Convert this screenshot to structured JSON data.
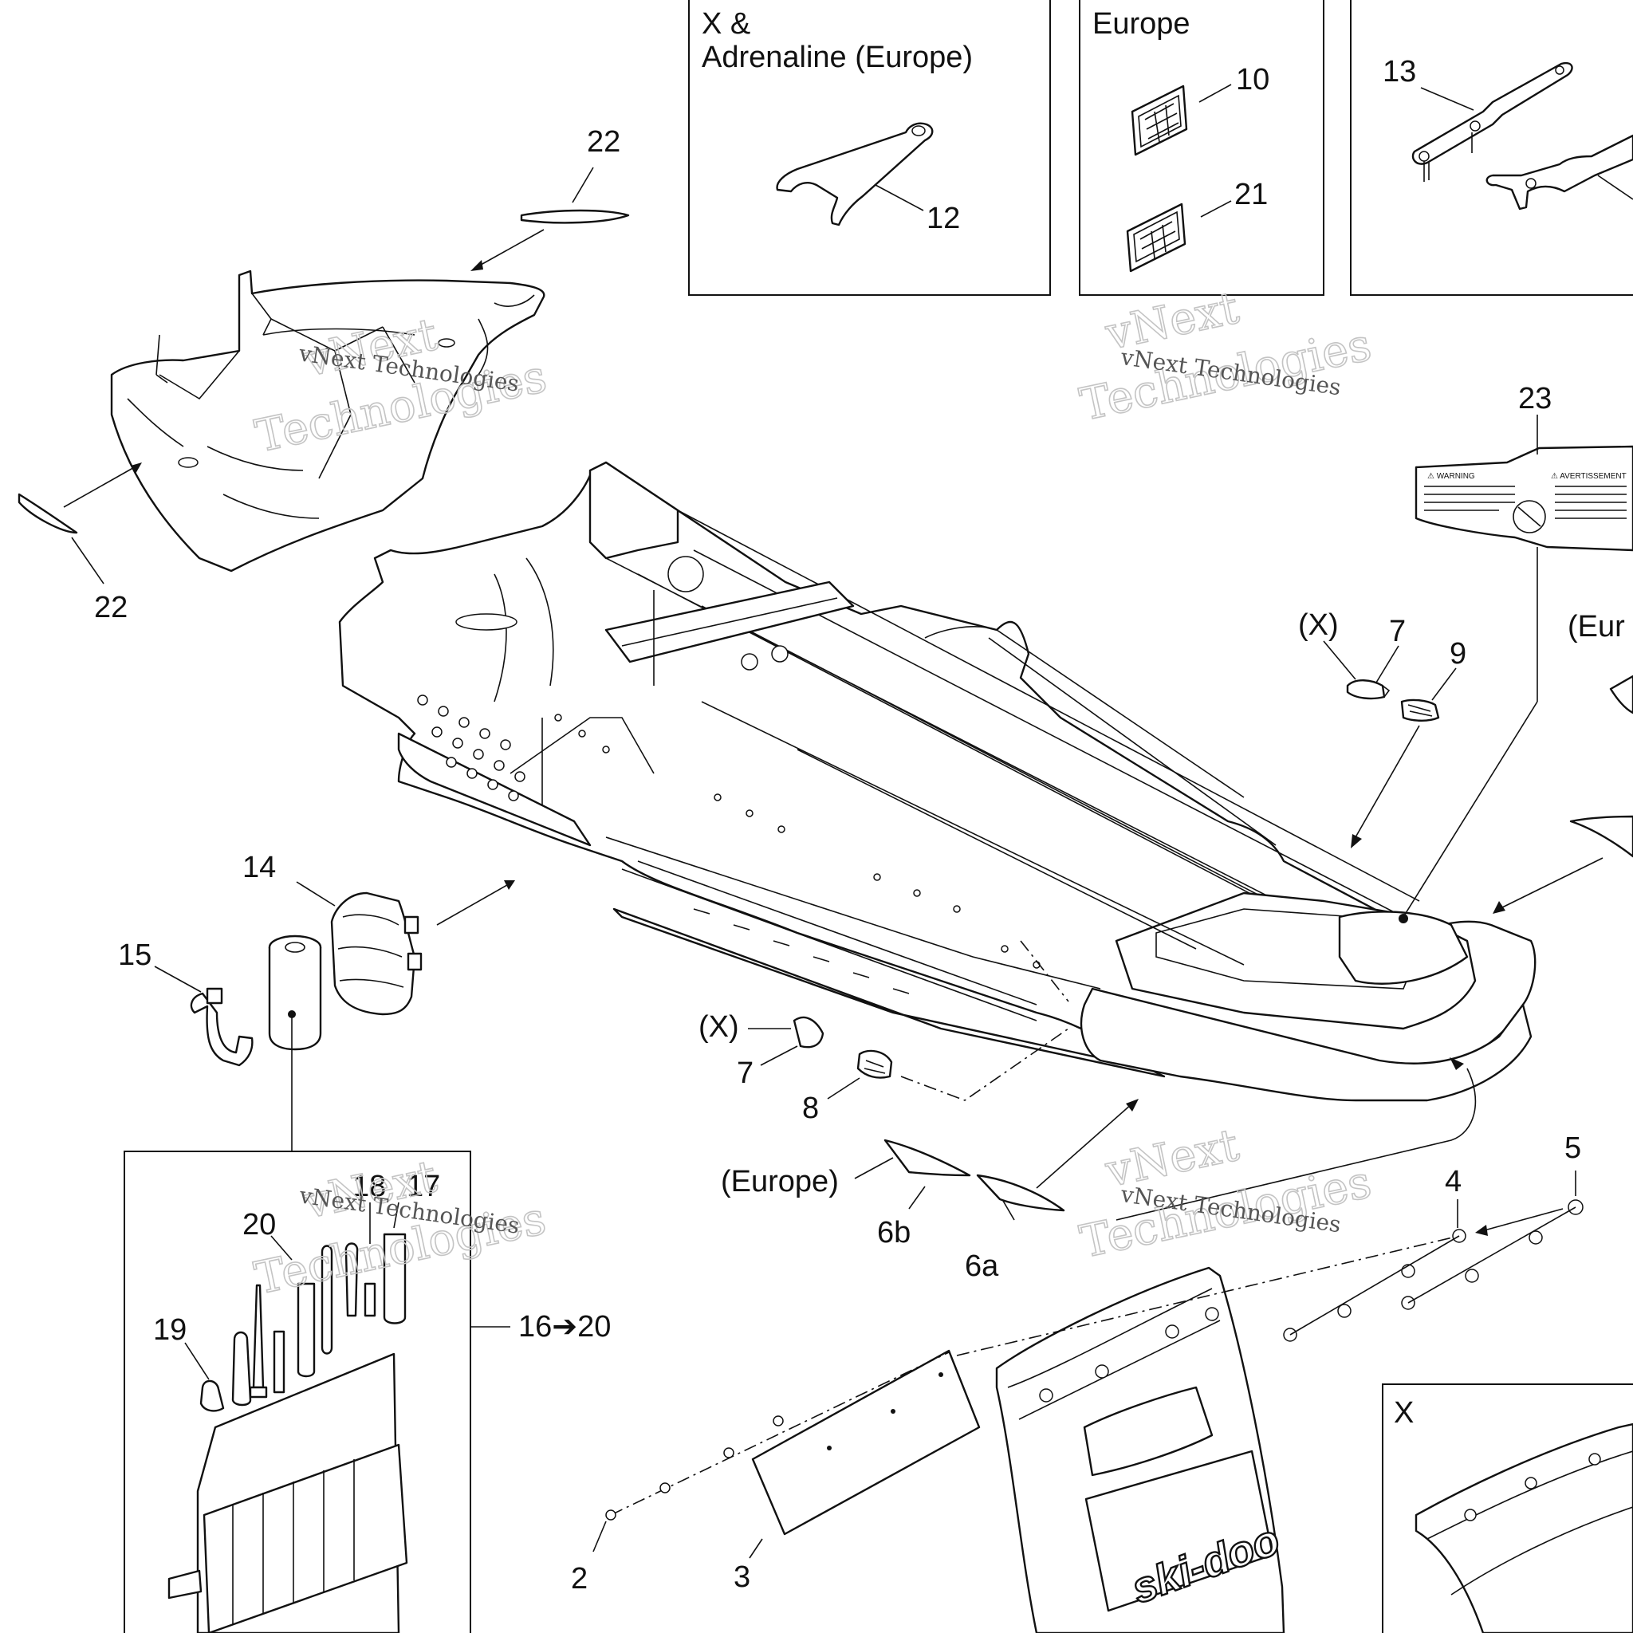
{
  "boxes": {
    "x_adrenaline": {
      "title_line1": "X &",
      "title_line2": "Adrenaline (Europe)"
    },
    "europe": {
      "title": "Europe"
    },
    "x_bottom": {
      "title": "X"
    }
  },
  "callouts": {
    "c1": "22",
    "c2": "22",
    "c3": "12",
    "c4": "10",
    "c5": "21",
    "c6": "13",
    "c7": "23",
    "c8": "(X)",
    "c9": "7",
    "c10": "9",
    "c11": "(Eur",
    "c12": "14",
    "c13": "15",
    "c14": "(X)",
    "c15": "7",
    "c16": "8",
    "c17": "(Europe)",
    "c18": "6b",
    "c19": "6a",
    "c20": "5",
    "c21": "4",
    "c22": "18",
    "c23": "17",
    "c24": "20",
    "c25": "19",
    "c26": "16➔20",
    "c27": "2",
    "c28": "3"
  },
  "watermark": {
    "line1": "vNext",
    "line2": "Technologies",
    "small": "vNext Technologies"
  },
  "decal": {
    "left_header": "⚠ WARNING",
    "right_header": "⚠ AVERTISSEMENT"
  },
  "logo": {
    "text": "ski-doo"
  }
}
